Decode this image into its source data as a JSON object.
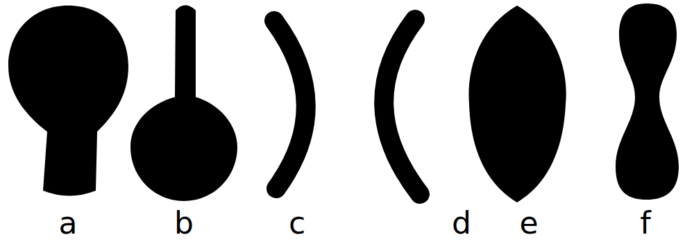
{
  "diagram": {
    "labels": [
      "a",
      "b",
      "c",
      "d",
      "e",
      "f"
    ]
  }
}
